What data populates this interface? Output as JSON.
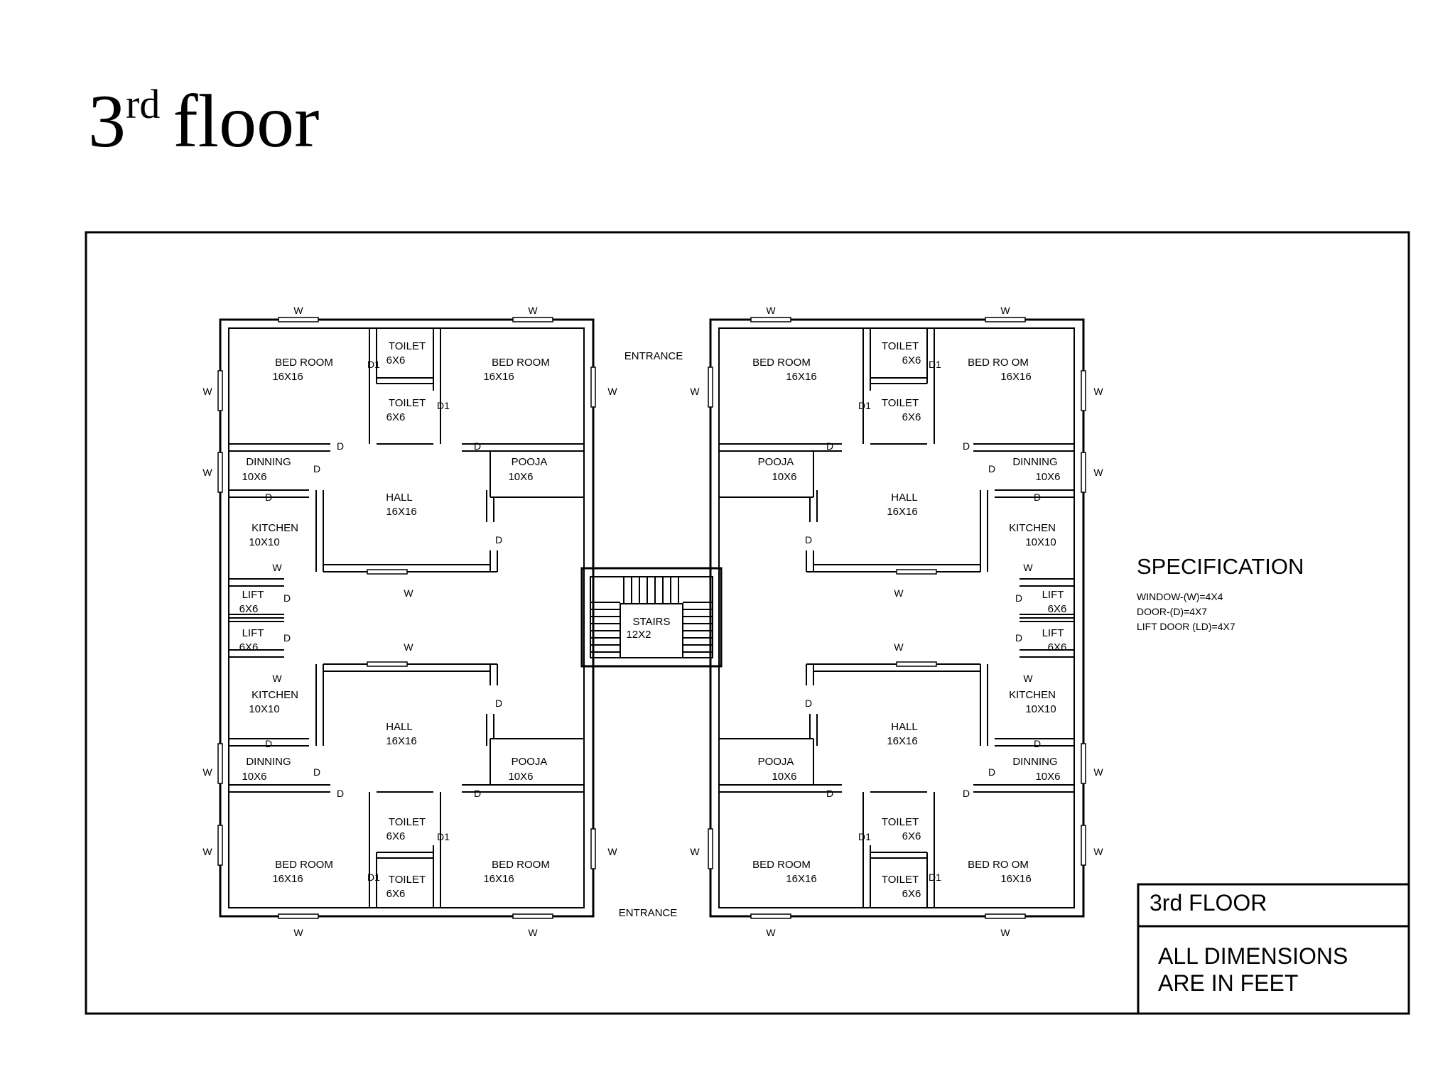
{
  "slide": {
    "title_main": "3",
    "title_sup": "rd",
    "title_rest": "floor"
  },
  "labels": {
    "entrance": "ENTRANCE",
    "window": "W",
    "door": "D",
    "door1": "D1",
    "bed_room": "BED ROOM",
    "bed_room_r": "BED RO OM",
    "toilet": "TOILET",
    "dinning": "DINNING",
    "pooja": "POOJA",
    "hall": "HALL",
    "kitchen": "KITCHEN",
    "lift": "LIFT",
    "stairs": "STAIRS",
    "d16x16": "16X16",
    "d6x6": "6X6",
    "d10x6": "10X6",
    "d10x10": "10X10",
    "d12x2": "12X2"
  },
  "specification": {
    "heading": "SPECIFICATION",
    "window": "WINDOW-(W)=4X4",
    "door": "DOOR-(D)=4X7",
    "lift_door": "LIFT DOOR (LD)=4X7"
  },
  "title_block": {
    "floor": "3rd  FLOOR",
    "note_line1": "ALL DIMENSIONS",
    "note_line2": "ARE IN FEET"
  }
}
